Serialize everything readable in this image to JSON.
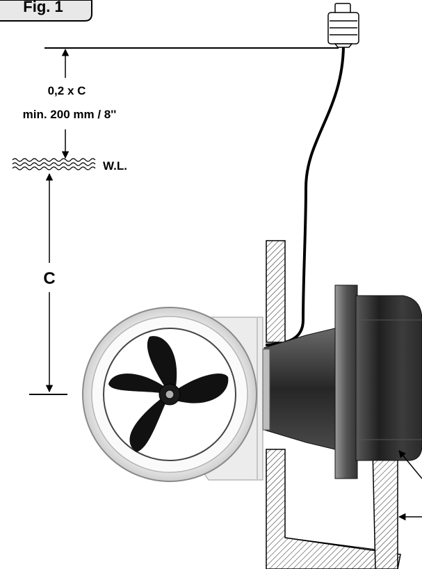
{
  "figure": {
    "label": "Fig. 1",
    "height_margin_line1": "0,2 x C",
    "height_margin_line2": "min. 200 mm / 8''",
    "waterline_label": "W.L.",
    "depth_label": "C"
  },
  "colors": {
    "line": "#000000",
    "motor_dark": "#2e2e2e",
    "tunnel_light": "#e6e6e6"
  }
}
